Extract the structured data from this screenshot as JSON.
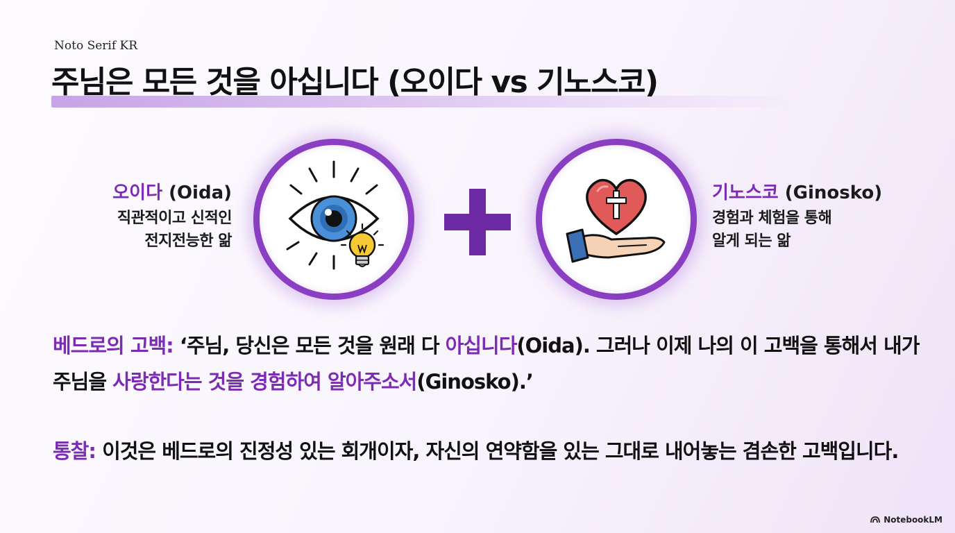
{
  "font_label": "Noto Serif KR",
  "title": "주님은 모든 것을 아십니다 (오이다 vs 기노스코)",
  "left": {
    "term": "오이다",
    "term_en": "(Oida)",
    "desc_line1": "직관적이고 신적인",
    "desc_line2": "전지전능한 앎",
    "icon": "eye-lightbulb-icon"
  },
  "right": {
    "term": "기노스코",
    "term_en": "(Ginosko)",
    "desc_line1": "경험과 체험을 통해",
    "desc_line2": "알게 되는 앎",
    "icon": "heart-cross-hand-icon"
  },
  "quote": {
    "label": "베드로의 고백:",
    "p1": " ‘주님, 당신은 모든 것을 원래 다 ",
    "h1": "아십니다",
    "p2": "(Oida). 그러나 이제 나의 이 고백을 통해서 내가 주님을 ",
    "h2": "사랑한다는 것을 경험하여 알아주소서",
    "p3": "(Ginosko).’"
  },
  "insight": {
    "label": "통찰:",
    "text": " 이것은 베드로의 진정성 있는 회개이자, 자신의 연약함을 있는 그대로 내어놓는 겸손한 고백입니다."
  },
  "brand": "NotebookLM",
  "colors": {
    "accent": "#7b2cb3",
    "ring": "#8a3fc2",
    "title_highlight": "#c7a4e6",
    "eye_iris": "#4a90d9",
    "bulb": "#f7c934",
    "heart": "#e05a5a",
    "sleeve": "#3b6fb6",
    "skin": "#f6d2b6"
  }
}
